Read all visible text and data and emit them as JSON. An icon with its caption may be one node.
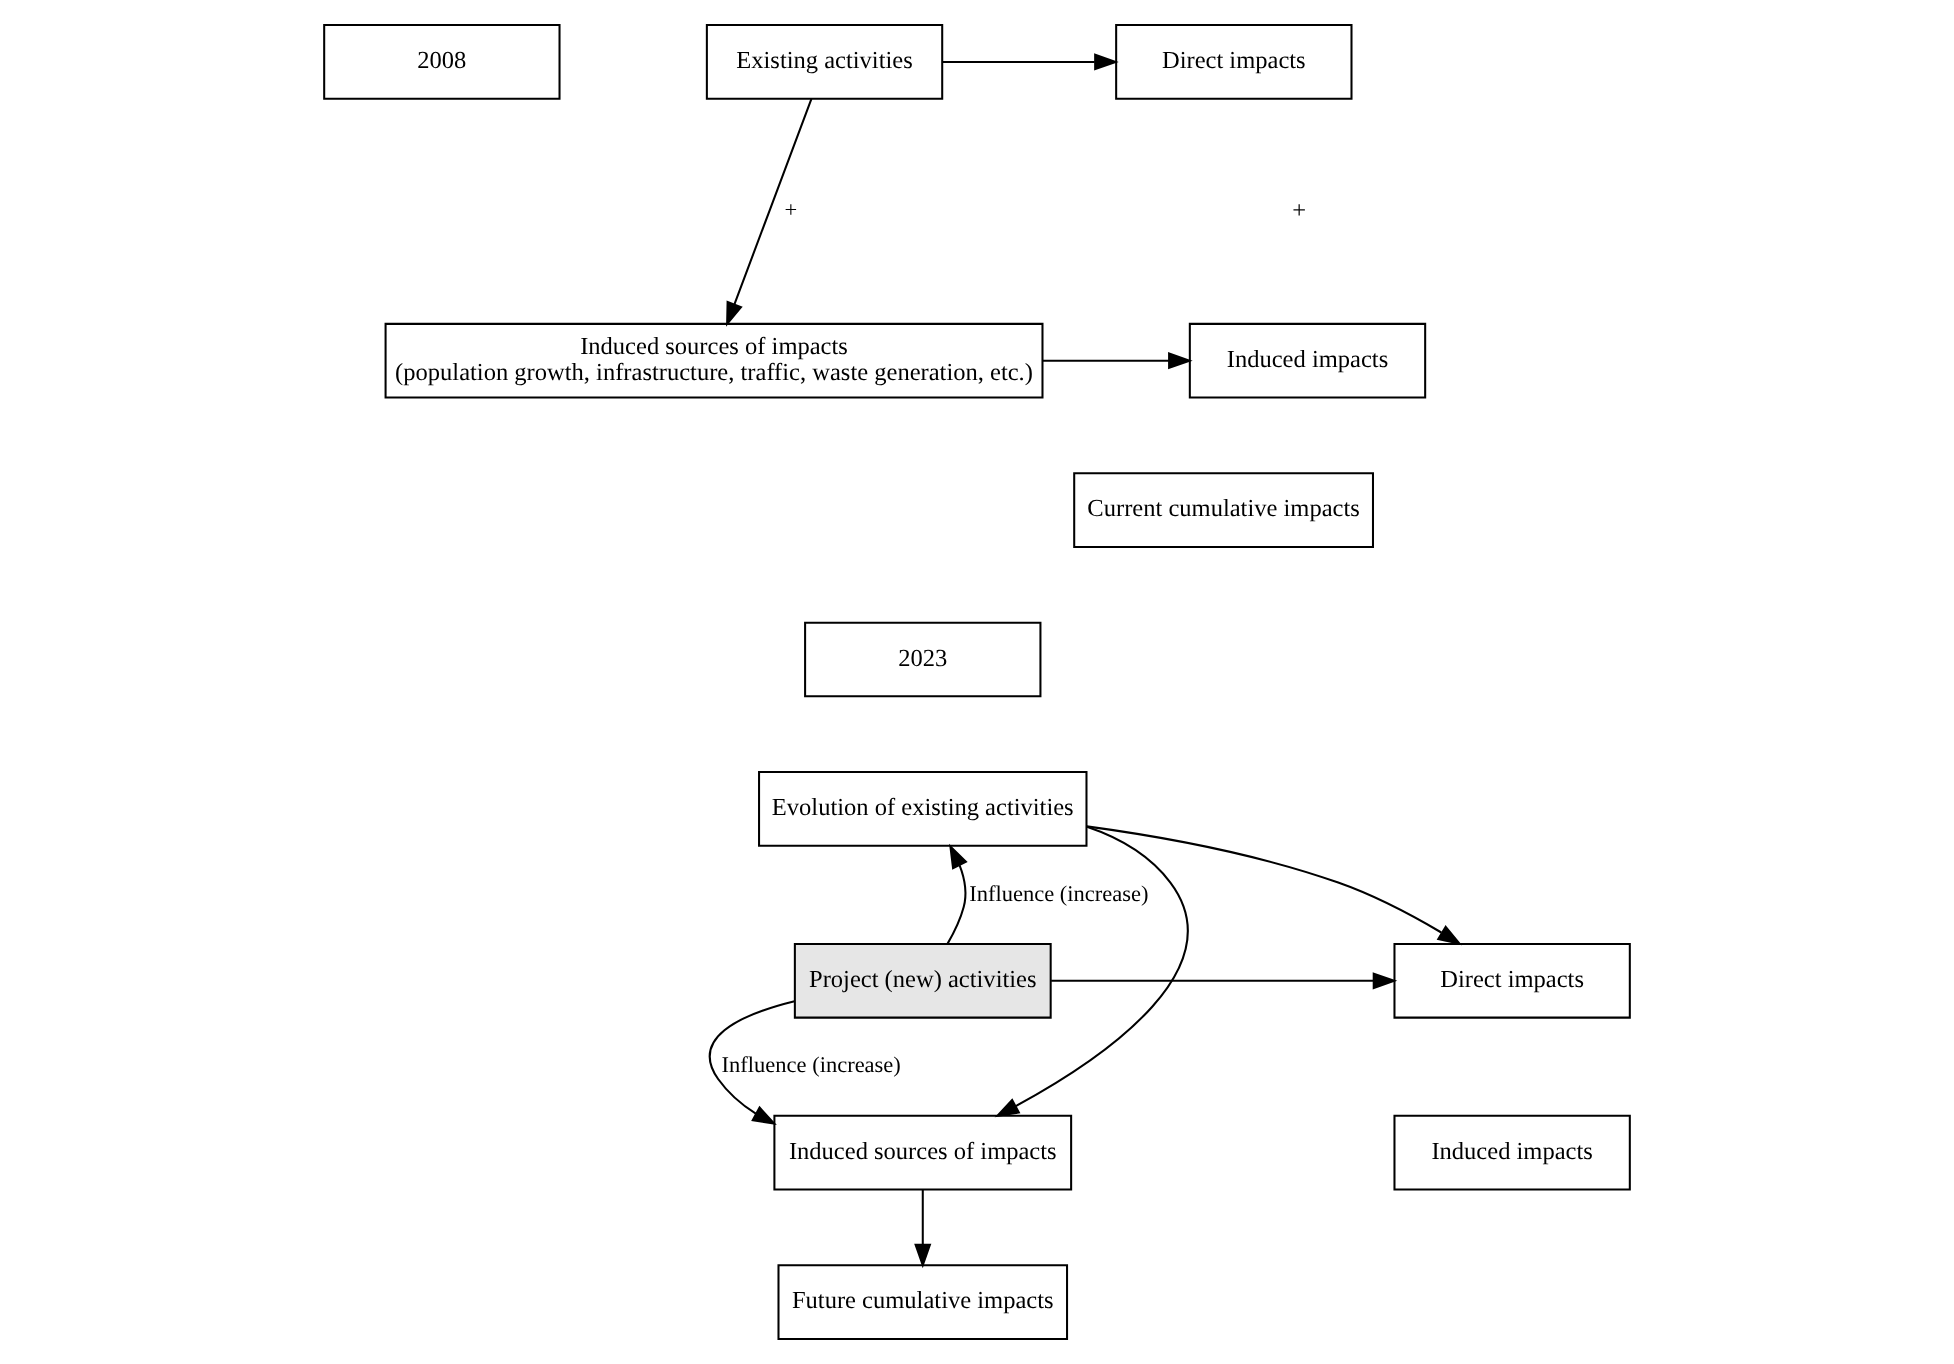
{
  "diagram": {
    "nodes": [
      {
        "text": [
          "2008"
        ]
      },
      {
        "text": [
          "Existing activities"
        ]
      },
      {
        "text": [
          "Induced sources of impacts",
          "(population growth, infrastructure, traffic, waste generation, etc.)"
        ]
      },
      {
        "text": [
          "Direct impacts"
        ]
      },
      {
        "text": [
          "Induced impacts"
        ]
      },
      {
        "text": [
          "Current cumulative impacts"
        ]
      },
      {
        "text": [
          "2023"
        ]
      },
      {
        "text": [
          "Evolution of existing activities"
        ]
      },
      {
        "text": [
          "Project (new) activities"
        ]
      },
      {
        "text": [
          "Direct impacts"
        ]
      },
      {
        "text": [
          "Induced impacts"
        ]
      },
      {
        "text": [
          "Induced sources of impacts"
        ]
      },
      {
        "text": [
          "Future cumulative impacts"
        ]
      }
    ],
    "edges": [
      {
        "from": 1,
        "to": 2,
        "arrow": "to",
        "label": "+"
      },
      {
        "from": 1,
        "to": 3,
        "arrow": "to"
      },
      {
        "from": 2,
        "to": 4,
        "arrow": "to"
      },
      {
        "from": 8,
        "to": 7,
        "arrow": "to",
        "label": "Influence (increase)"
      },
      {
        "from": 8,
        "to": 11,
        "arrow": "to",
        "label": "Influence (increase)"
      },
      {
        "from": 7,
        "to": 11,
        "arrow": "to"
      },
      {
        "from": 8,
        "to": 9,
        "arrow": "to"
      },
      {
        "from": 7,
        "to": 9,
        "arrow": "to"
      },
      {
        "from": 11,
        "to": 12,
        "arrow": "to"
      }
    ],
    "labels": [
      "+"
    ]
  }
}
